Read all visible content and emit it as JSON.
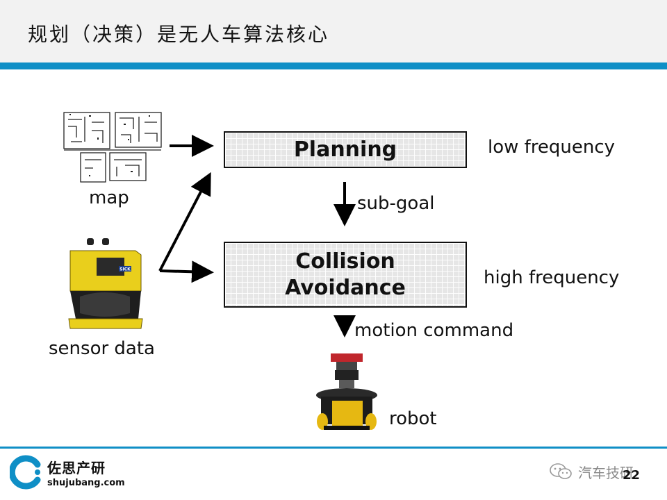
{
  "header": {
    "title": "规划（决策）是无人车算法核心",
    "accent_color": "#0f8fc6"
  },
  "diagram": {
    "planning_label": "Planning",
    "collision_label": "Collision Avoidance",
    "map_label": "map",
    "sensor_label": "sensor data",
    "low_frequency_label": "low frequency",
    "high_frequency_label": "high frequency",
    "subgoal_label": "sub-goal",
    "motion_label": "motion command",
    "robot_label": "robot",
    "sensor_brand_text": "SICK"
  },
  "footer": {
    "brand": "佐思产研",
    "site": "shujubang.com",
    "wechat_account": "汽车技研",
    "page_number": "22"
  }
}
